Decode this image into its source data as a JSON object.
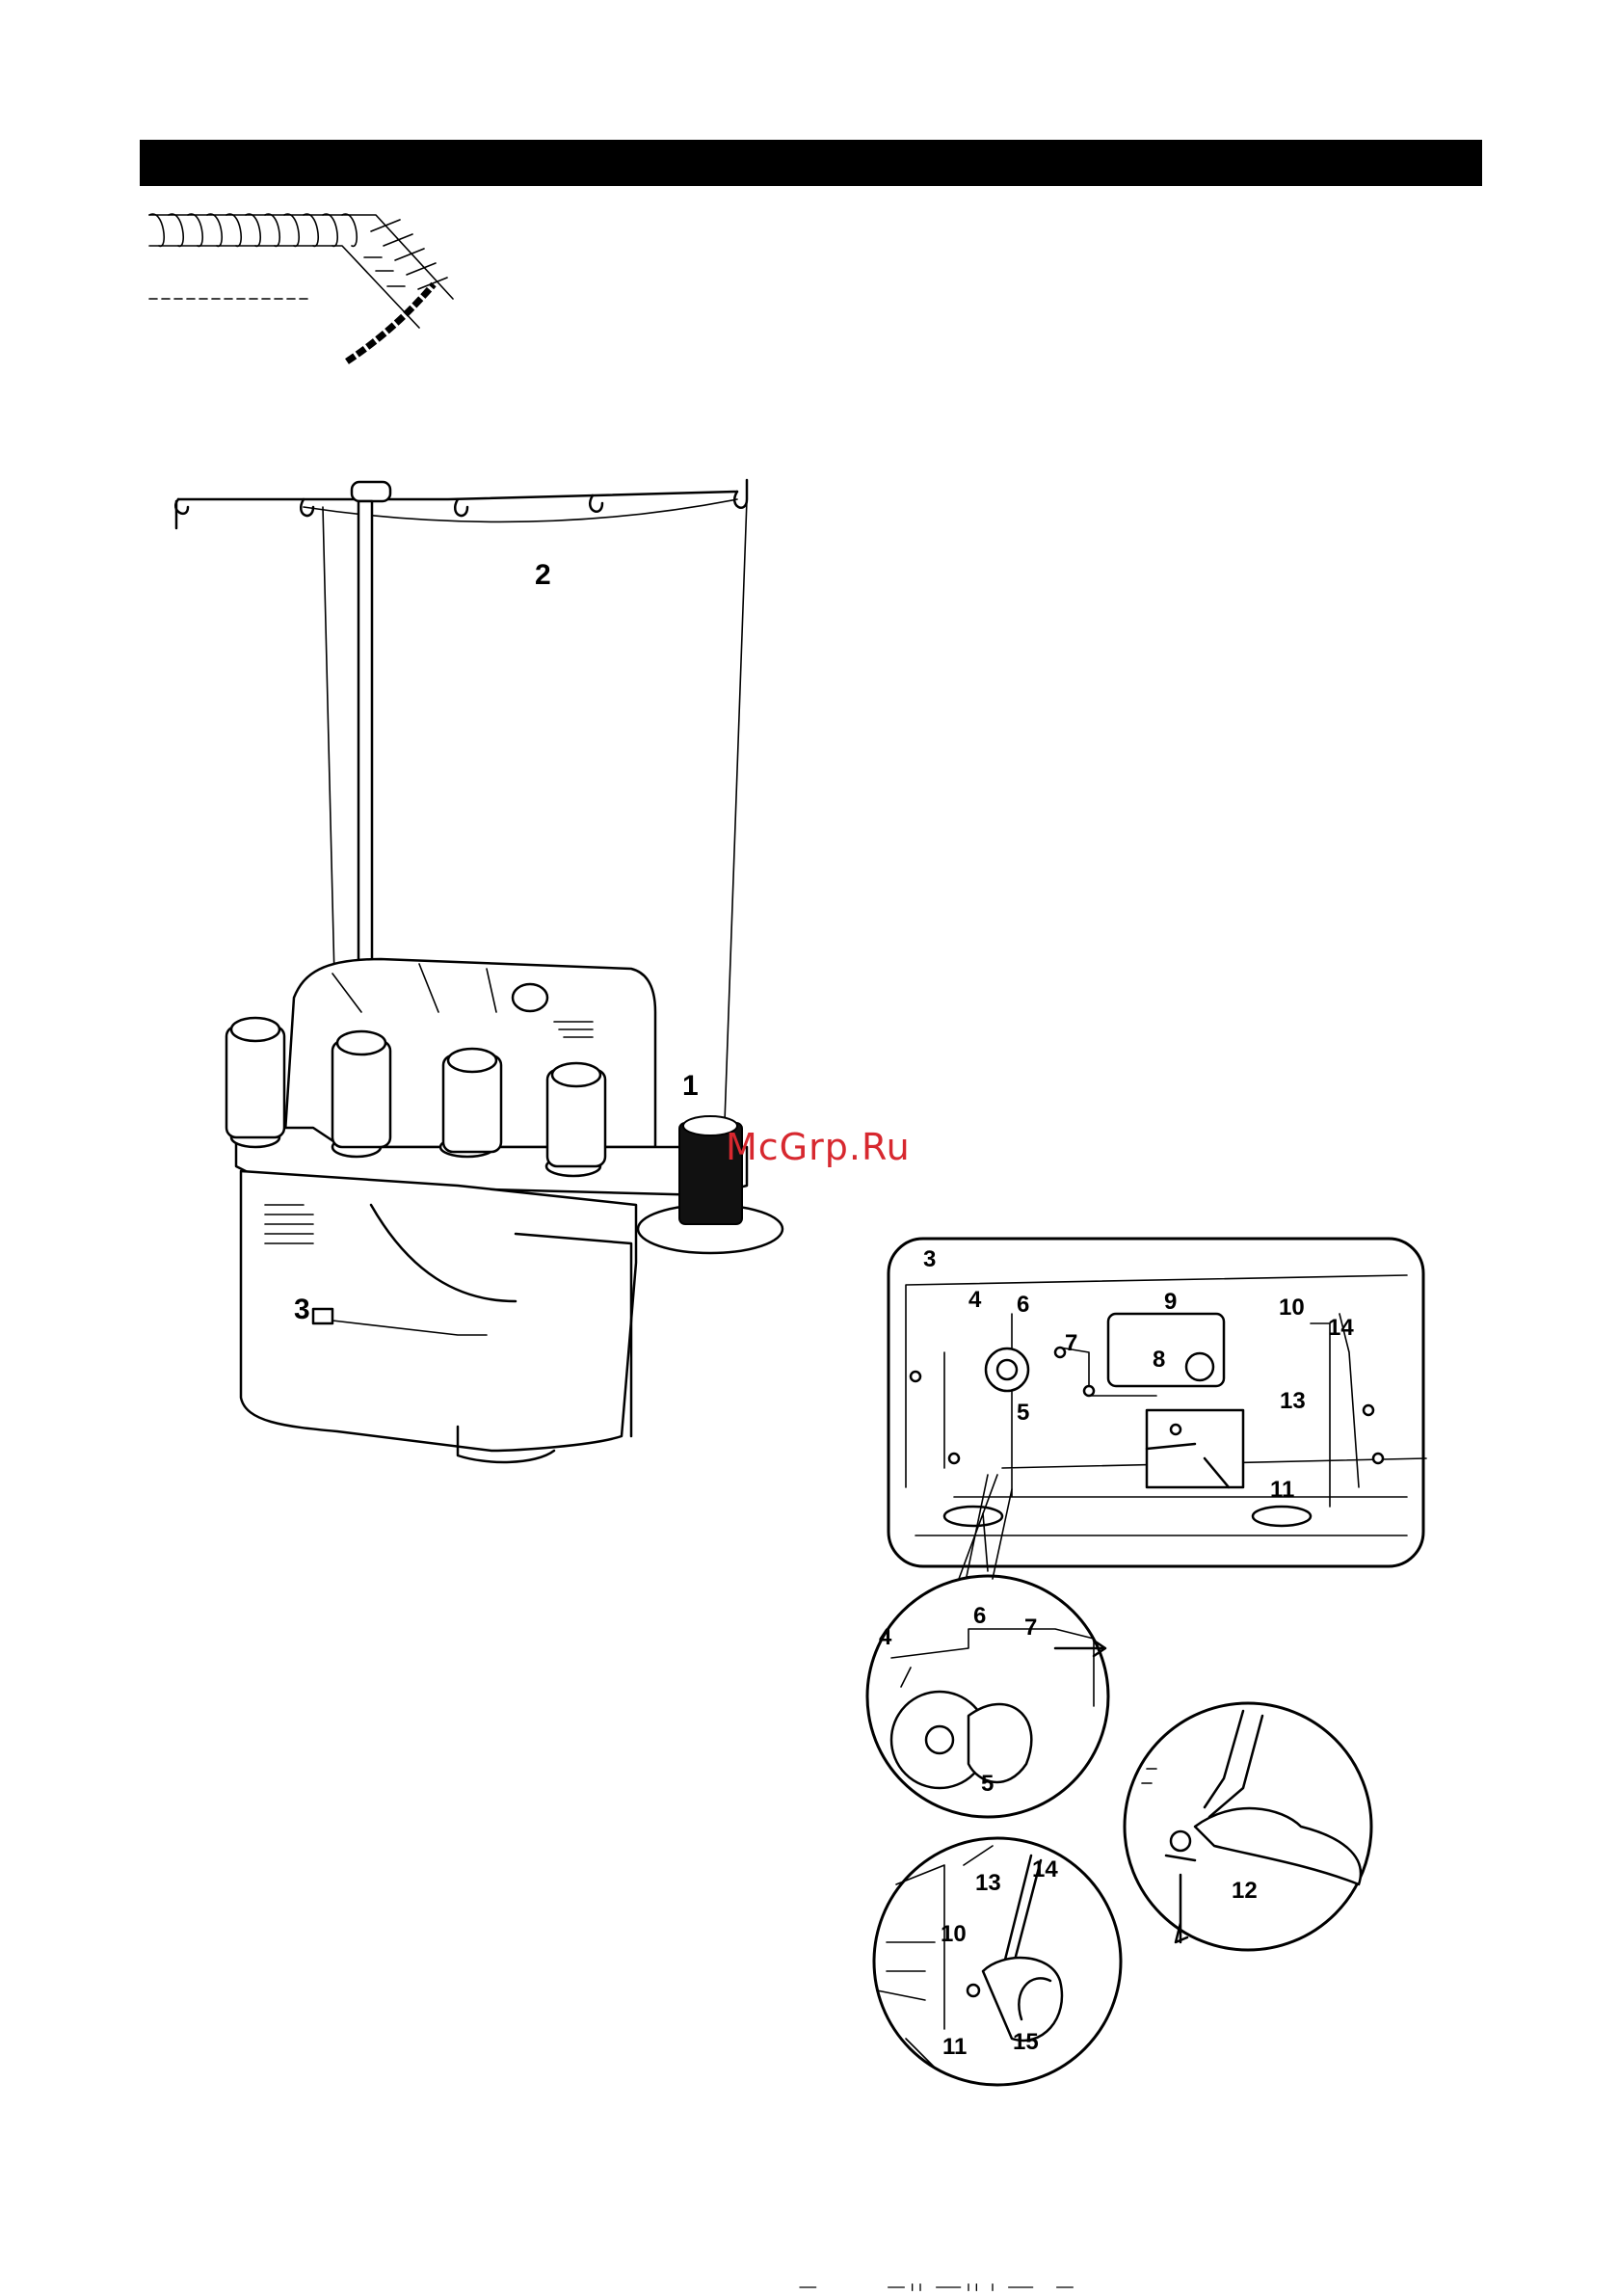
{
  "watermark": {
    "text": "McGrp.Ru",
    "color": "#d7282f"
  },
  "header": {
    "bar_color": "#000000"
  },
  "main_figure": {
    "callouts": {
      "c1": "1",
      "c2": "2",
      "c3": "3"
    }
  },
  "detail_panel": {
    "callouts": {
      "c3": "3",
      "c4": "4",
      "c5": "5",
      "c6": "6",
      "c7": "7",
      "c8": "8",
      "c9": "9",
      "c10": "10",
      "c11": "11",
      "c13": "13",
      "c14": "14"
    }
  },
  "inset_tension": {
    "callouts": {
      "c4": "4",
      "c5": "5",
      "c6": "6",
      "c7": "7"
    }
  },
  "inset_guide": {
    "callouts": {
      "c10": "10",
      "c11": "11",
      "c13": "13",
      "c14": "14",
      "c15": "15"
    }
  },
  "inset_needle": {
    "callouts": {
      "c12": "12"
    }
  }
}
